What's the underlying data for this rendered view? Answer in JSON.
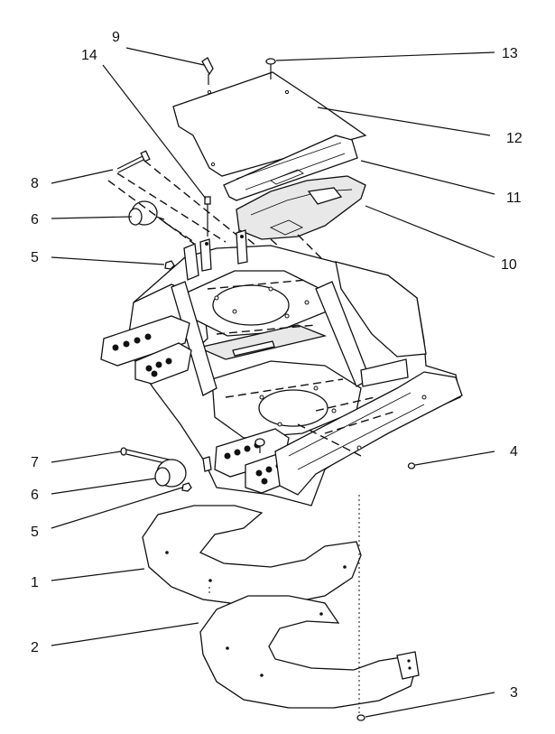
{
  "callouts": [
    {
      "id": "c1",
      "label": "1"
    },
    {
      "id": "c2",
      "label": "2"
    },
    {
      "id": "c3",
      "label": "3"
    },
    {
      "id": "c4",
      "label": "4"
    },
    {
      "id": "c5a",
      "label": "5"
    },
    {
      "id": "c5b",
      "label": "5"
    },
    {
      "id": "c6a",
      "label": "6"
    },
    {
      "id": "c6b",
      "label": "6"
    },
    {
      "id": "c7",
      "label": "7"
    },
    {
      "id": "c8",
      "label": "8"
    },
    {
      "id": "c9",
      "label": "9"
    },
    {
      "id": "c10",
      "label": "10"
    },
    {
      "id": "c11",
      "label": "11"
    },
    {
      "id": "c12",
      "label": "12"
    },
    {
      "id": "c13",
      "label": "13"
    },
    {
      "id": "c14",
      "label": "14"
    }
  ]
}
